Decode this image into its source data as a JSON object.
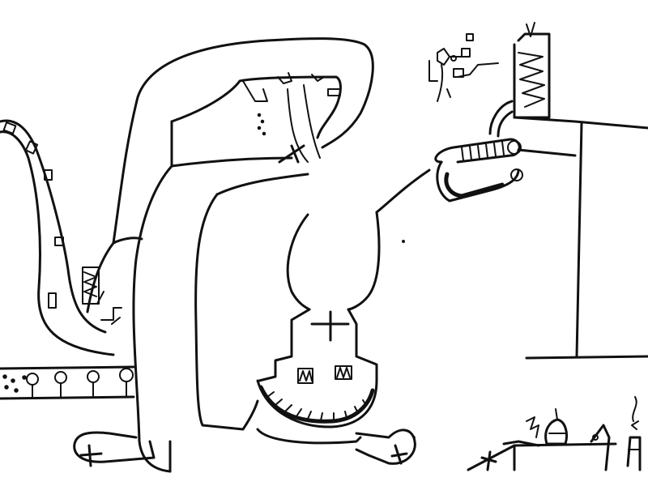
{
  "canvas": {
    "background": "#ffffff",
    "ink_color": "#111111"
  },
  "drawing": {
    "style": "hand-drawn line sketch, black ink on white",
    "regions": [
      "left-tentacle-track",
      "left-foot-platform",
      "central-tube-structure",
      "upside-down-head",
      "right-building",
      "curved-conveyor",
      "chimney-tower",
      "small-figure",
      "bottom-right-workbench"
    ]
  }
}
